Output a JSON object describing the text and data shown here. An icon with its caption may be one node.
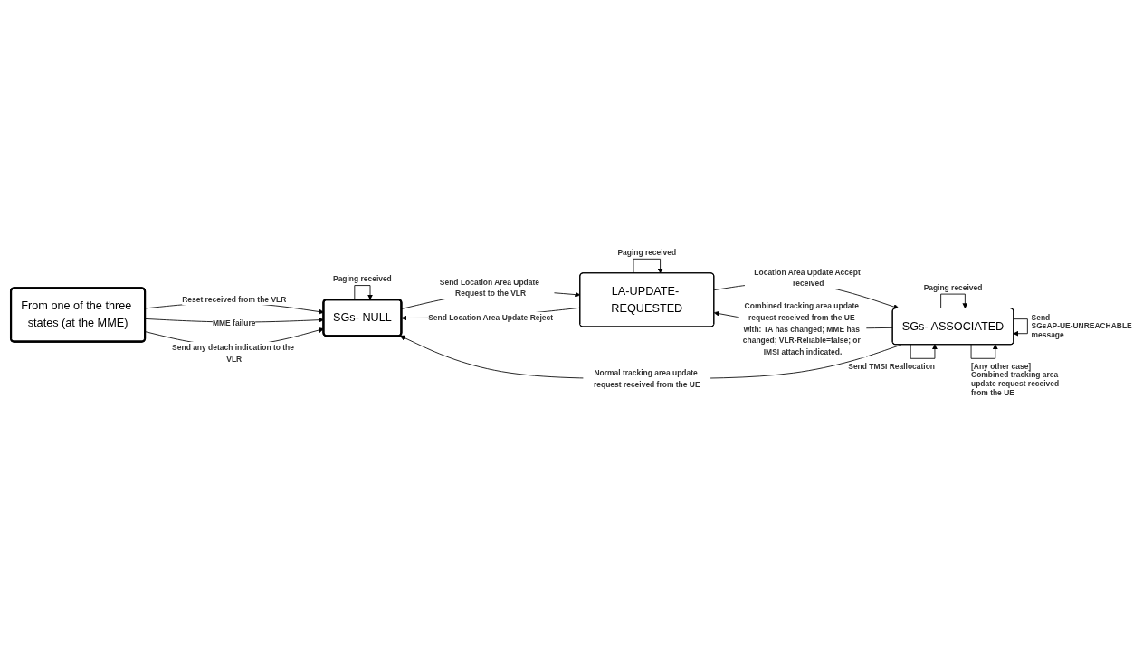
{
  "diagram": {
    "nodes": [
      {
        "text": [
          "From one of the three states (at the MME)"
        ]
      },
      {
        "text": [
          "SGs- NULL"
        ]
      },
      {
        "text": [
          "LA-UPDATE- REQUESTED"
        ]
      },
      {
        "text": [
          "SGs- ASSOCIATED"
        ]
      }
    ],
    "edges": [
      {
        "from": 0,
        "to": 1,
        "arrow": "to",
        "label": "Reset received from the VLR"
      },
      {
        "from": 0,
        "to": 1,
        "arrow": "to",
        "label": "MME failure"
      },
      {
        "from": 0,
        "to": 1,
        "arrow": "to",
        "label": "Send any detach indication to the VLR"
      },
      {
        "from": 1,
        "to": 1,
        "arrow": "to",
        "label": "Paging received"
      },
      {
        "from": 1,
        "to": 2,
        "arrow": "to",
        "label": "Send Location Area Update Request to the VLR"
      },
      {
        "from": 2,
        "to": 1,
        "arrow": "to",
        "label": "Send Location Area Update Reject"
      },
      {
        "from": 3,
        "to": 1,
        "arrow": "to",
        "label": "Normal tracking area update request received from the UE"
      },
      {
        "from": 3,
        "to": 2,
        "arrow": "to",
        "label": "Combined tracking area update request received from the UE with: TA has changed; MME has changed; VLR-Reliable=false; or IMSI attach indicated."
      },
      {
        "from": 2,
        "to": 2,
        "arrow": "to",
        "label": "Paging received"
      },
      {
        "from": 2,
        "to": 3,
        "arrow": "to",
        "label": "Location Area Update Accept received"
      },
      {
        "from": 3,
        "to": 3,
        "arrow": "to",
        "label": "Paging received"
      },
      {
        "from": 3,
        "to": 3,
        "arrow": "to",
        "label": "Send SGsAP-UE-UNREACHABLE message"
      },
      {
        "from": 3,
        "to": 3,
        "arrow": "to",
        "label": "Send TMSI Reallocation"
      },
      {
        "from": 3,
        "to": 3,
        "arrow": "to",
        "label": "[Any other case] Combined tracking area update request received from the UE"
      }
    ]
  }
}
